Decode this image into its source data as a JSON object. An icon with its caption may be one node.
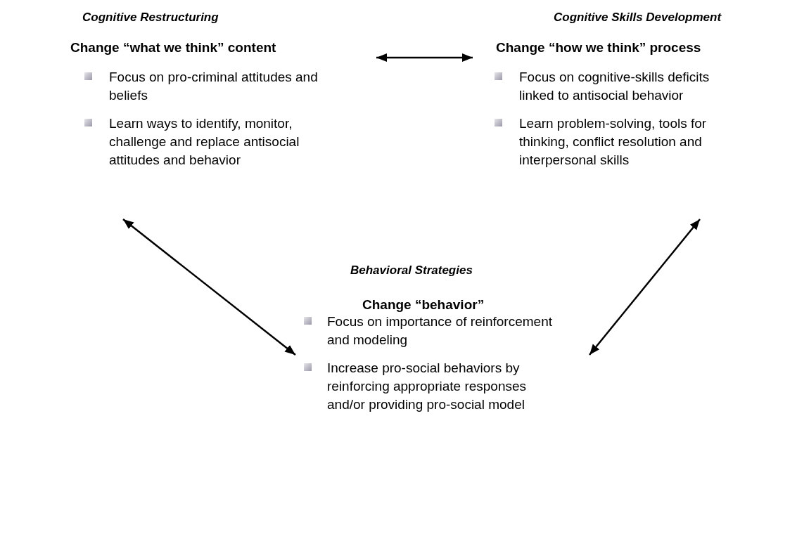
{
  "diagram": {
    "nodes": [
      {
        "text": [
          "Cognitive Restructuring",
          "Change “what we think” content",
          "Focus on pro-criminal attitudes and beliefs",
          "Learn ways to identify, monitor, challenge and replace antisocial attitudes and behavior"
        ]
      },
      {
        "text": [
          "Cognitive Skills Development",
          "Change “how we think” process",
          "Focus on cognitive-skills deficits linked to antisocial behavior",
          "Learn problem-solving, tools for thinking, conflict resolution and interpersonal skills"
        ]
      },
      {
        "text": [
          "Behavioral Strategies",
          "Change “behavior”",
          "Focus on importance of reinforcement and modeling",
          "Increase pro-social behaviors by reinforcing appropriate responses and/or providing pro-social model"
        ]
      }
    ],
    "edges": [
      {
        "from": 0,
        "to": 1,
        "arrow": "both"
      },
      {
        "from": 0,
        "to": 2,
        "arrow": "both"
      },
      {
        "from": 1,
        "to": 2,
        "arrow": "both"
      }
    ]
  }
}
